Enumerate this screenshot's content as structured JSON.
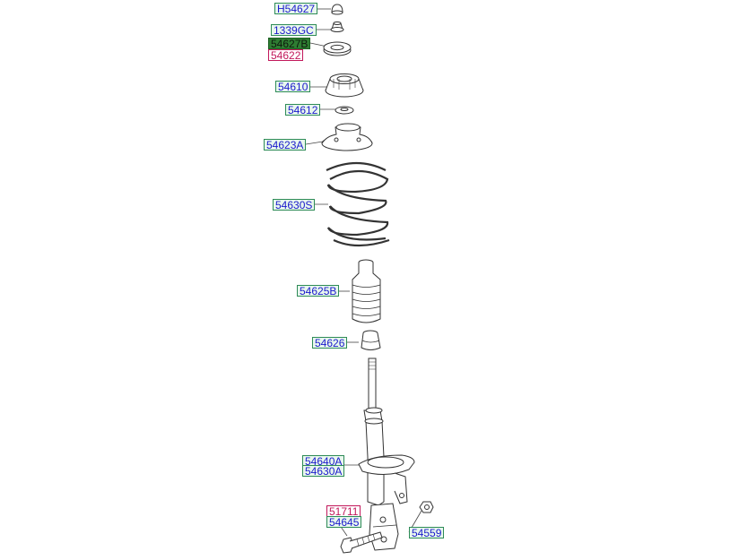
{
  "diagram": {
    "labels": [
      {
        "id": "l-h54627",
        "text": "H54627",
        "status": "normal"
      },
      {
        "id": "l-1339gc",
        "text": "1339GC",
        "status": "normal"
      },
      {
        "id": "l-54627b",
        "text": "54627B",
        "status": "selected"
      },
      {
        "id": "l-54622",
        "text": "54622",
        "status": "unavailable"
      },
      {
        "id": "l-54610",
        "text": "54610",
        "status": "normal"
      },
      {
        "id": "l-54612",
        "text": "54612",
        "status": "normal"
      },
      {
        "id": "l-54623a",
        "text": "54623A",
        "status": "normal"
      },
      {
        "id": "l-54630s",
        "text": "54630S",
        "status": "normal"
      },
      {
        "id": "l-54625b",
        "text": "54625B",
        "status": "normal"
      },
      {
        "id": "l-54626",
        "text": "54626",
        "status": "normal"
      },
      {
        "id": "l-54640a",
        "text": "54640A",
        "status": "normal"
      },
      {
        "id": "l-54630a",
        "text": "54630A",
        "status": "normal"
      },
      {
        "id": "l-51711",
        "text": "51711",
        "status": "unavailable"
      },
      {
        "id": "l-54645",
        "text": "54645",
        "status": "normal"
      },
      {
        "id": "l-54559",
        "text": "54559",
        "status": "normal"
      }
    ]
  },
  "colors": {
    "label_text": "#1a1acc",
    "label_border": "#2e8b57",
    "label_fill": "#e8f7ee",
    "selected_fill": "#2e7d32",
    "unavailable": "#c2185b",
    "line": "#333333"
  },
  "icons": [
    "nut-icon",
    "lock-nut-icon",
    "bearing-icon",
    "top-mount-icon",
    "washer-icon",
    "spring-seat-icon",
    "coil-spring-icon",
    "dust-boot-icon",
    "bump-stop-icon",
    "strut-assembly-icon",
    "bolt-icon",
    "hex-nut-icon"
  ]
}
